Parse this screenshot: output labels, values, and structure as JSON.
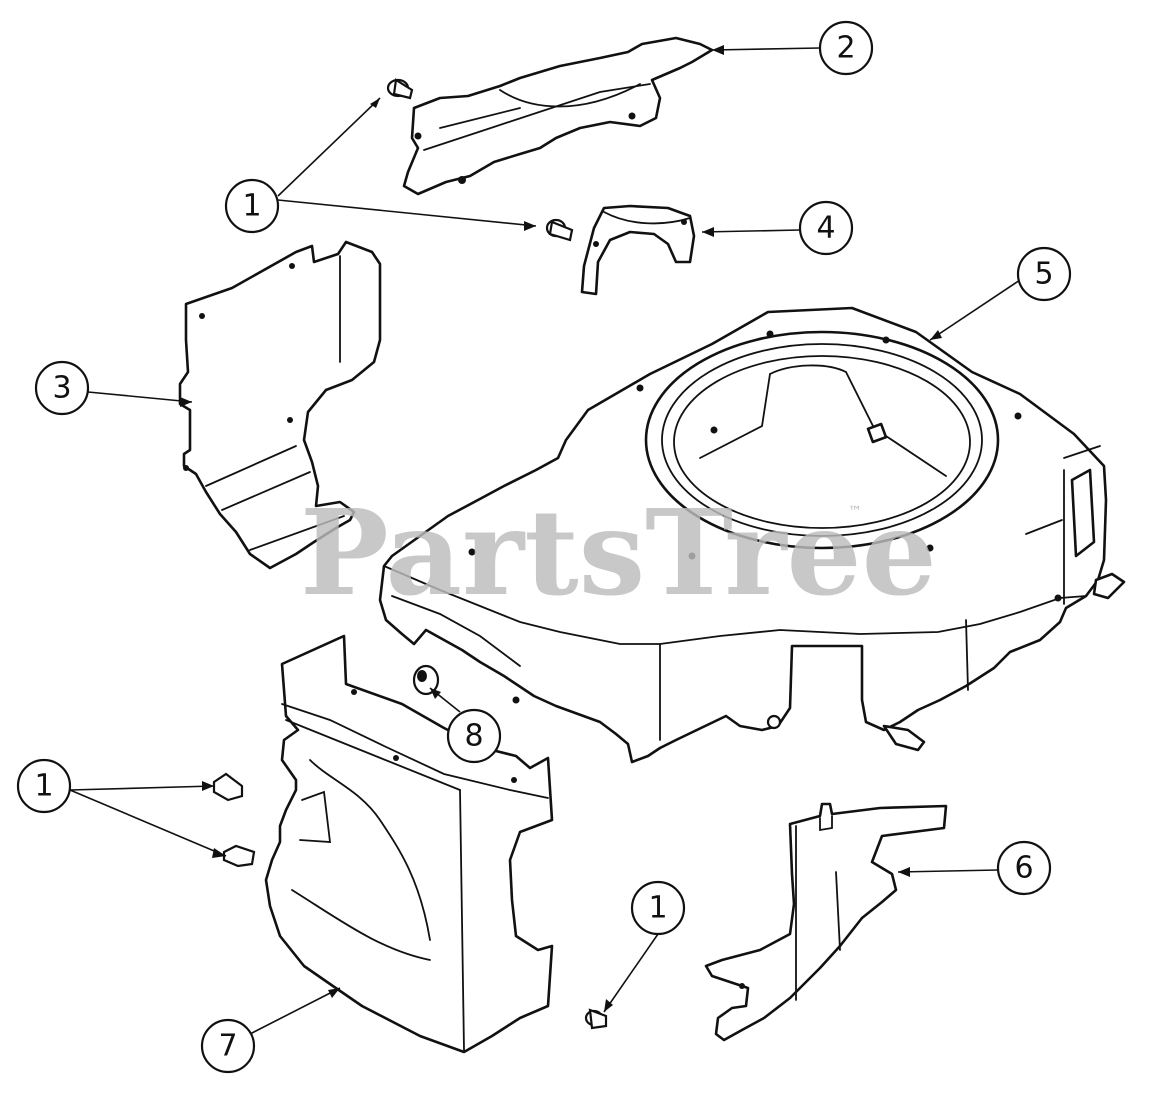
{
  "diagram": {
    "callouts": [
      {
        "id": "c1-top",
        "label": "1"
      },
      {
        "id": "c2",
        "label": "2"
      },
      {
        "id": "c3",
        "label": "3"
      },
      {
        "id": "c4",
        "label": "4"
      },
      {
        "id": "c5",
        "label": "5"
      },
      {
        "id": "c6",
        "label": "6"
      },
      {
        "id": "c7",
        "label": "7"
      },
      {
        "id": "c8",
        "label": "8"
      },
      {
        "id": "c1-left",
        "label": "1"
      },
      {
        "id": "c1-bottom",
        "label": "1"
      }
    ],
    "watermark": {
      "text": "PartsTree",
      "trademark": "™"
    }
  },
  "colors": {
    "ink": "#111111",
    "paper": "#ffffff",
    "watermark": "#bdbdbd"
  }
}
